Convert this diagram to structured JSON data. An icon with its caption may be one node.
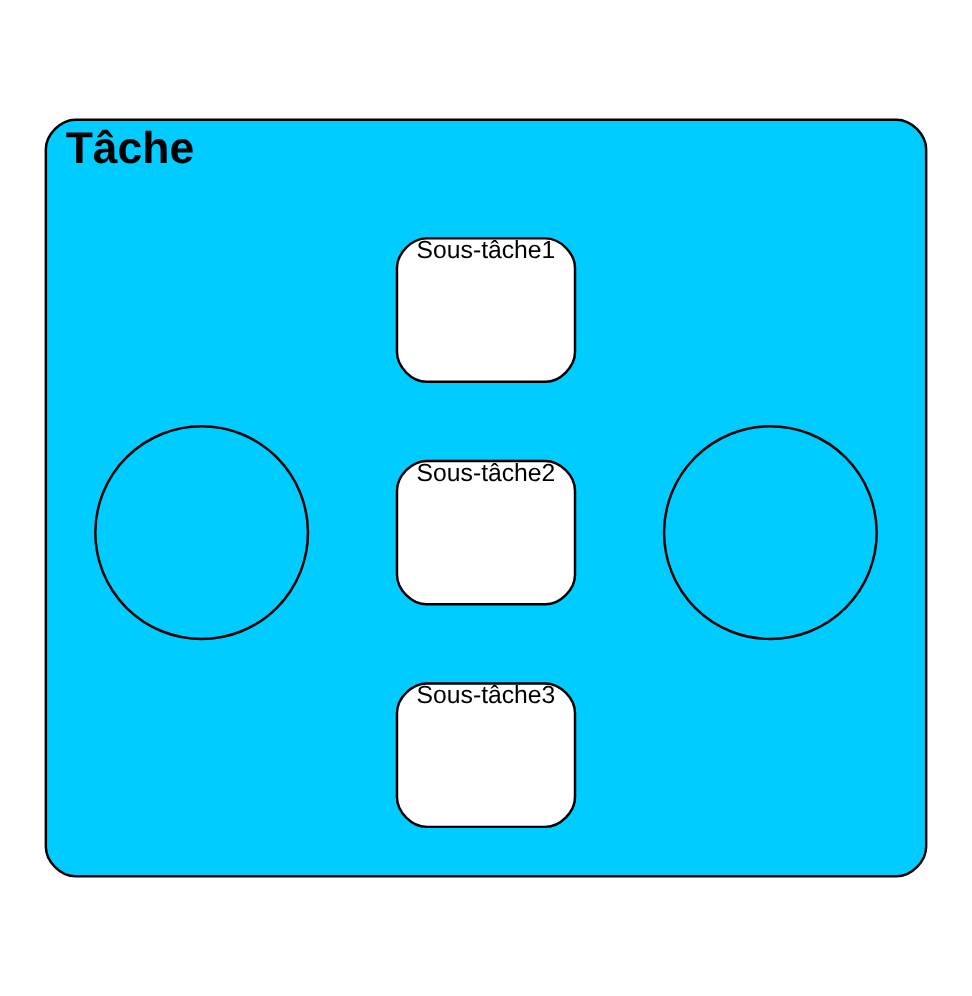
{
  "diagram": {
    "nodes": [
      {
        "text": [
          "Tâche"
        ]
      },
      {
        "text": [],
        "shape": "circle",
        "in": 0
      },
      {
        "text": [
          "Sous-tâche1"
        ],
        "in": 0
      },
      {
        "text": [
          "Sous-tâche2"
        ],
        "in": 0
      },
      {
        "text": [
          "Sous-tâche3"
        ],
        "in": 0
      },
      {
        "text": [],
        "shape": "circle",
        "in": 0
      }
    ],
    "edges": []
  }
}
